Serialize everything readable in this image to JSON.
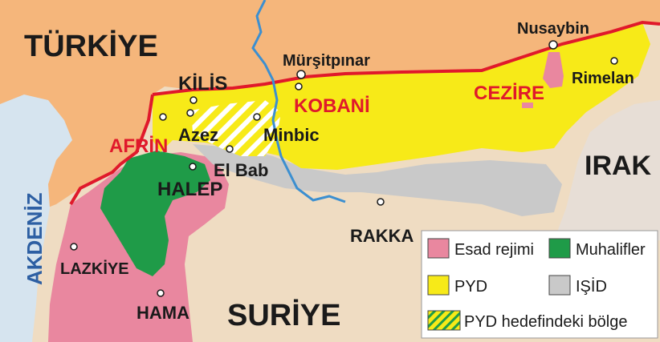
{
  "countries": {
    "turkey": "TÜRKİYE",
    "iraq": "IRAK",
    "syria": "SURİYE",
    "sea": "AKDENİZ"
  },
  "places": {
    "kilis": "KİLİS",
    "mursitpinar": "Mürşitpınar",
    "nusaybin": "Nusaybin",
    "rimelan": "Rimelan",
    "cezire": "CEZİRE",
    "kobani": "KOBANİ",
    "afrin": "AFRİN",
    "azez": "Azez",
    "minbic": "Minbic",
    "elbab": "El Bab",
    "halep": "HALEP",
    "rakka": "RAKKA",
    "lazkiye": "LAZKİYE",
    "hama": "HAMA"
  },
  "legend": {
    "esad": "Esad rejimi",
    "muhalifler": "Muhalifler",
    "pyd": "PYD",
    "isid": "IŞİD",
    "target": "PYD hedefindeki bölge"
  },
  "colors": {
    "turkey": "#f5b67b",
    "syria": "#efdcc2",
    "sea": "#d6e4ef",
    "esad": "#e9879f",
    "muhalifler": "#1f9b48",
    "pyd": "#f7ea18",
    "isid": "#c9c9c9",
    "border": "#e0192b",
    "label_red": "#e0192b"
  }
}
